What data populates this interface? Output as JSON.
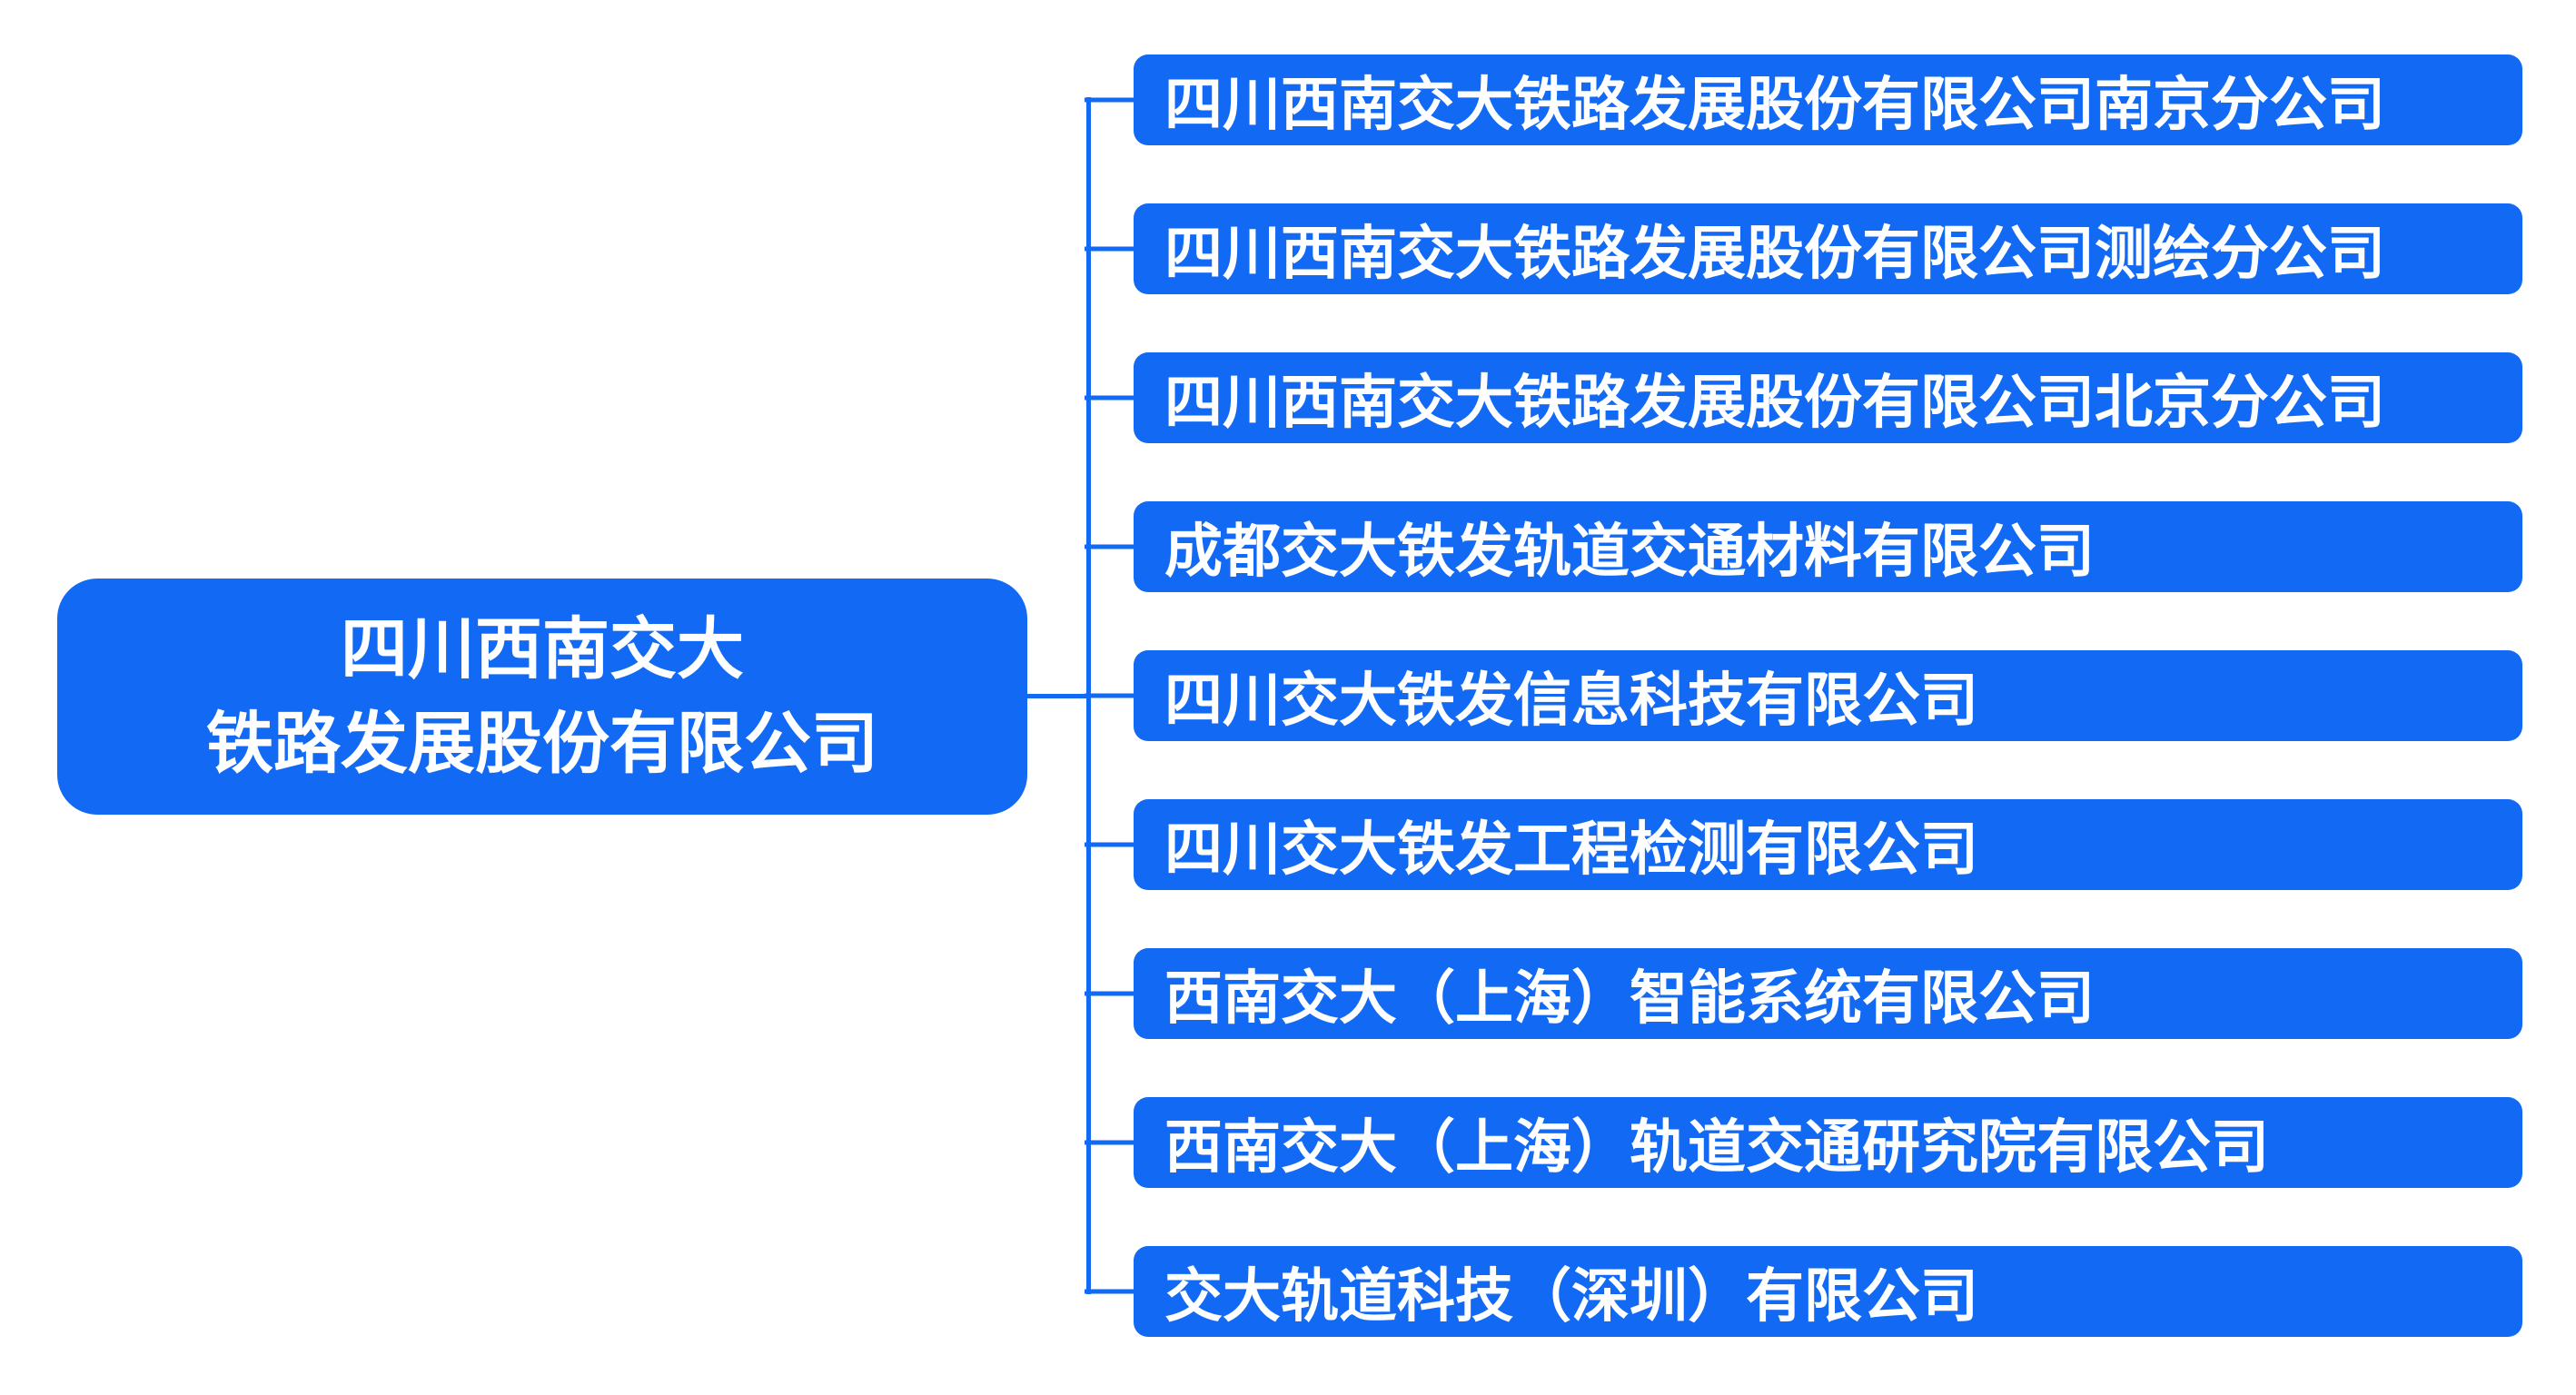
{
  "colors": {
    "node": "#1269f4",
    "node_text": "#ffffff",
    "background": "#ffffff"
  },
  "root": {
    "line1": "四川西南交大",
    "line2": "铁路发展股份有限公司"
  },
  "children": [
    {
      "label": "四川西南交大铁路发展股份有限公司南京分公司"
    },
    {
      "label": "四川西南交大铁路发展股份有限公司测绘分公司"
    },
    {
      "label": "四川西南交大铁路发展股份有限公司北京分公司"
    },
    {
      "label": "成都交大铁发轨道交通材料有限公司"
    },
    {
      "label": "四川交大铁发信息科技有限公司"
    },
    {
      "label": "四川交大铁发工程检测有限公司"
    },
    {
      "label": "西南交大（上海）智能系统有限公司"
    },
    {
      "label": "西南交大（上海）轨道交通研究院有限公司"
    },
    {
      "label": "交大轨道科技（深圳）有限公司"
    }
  ]
}
